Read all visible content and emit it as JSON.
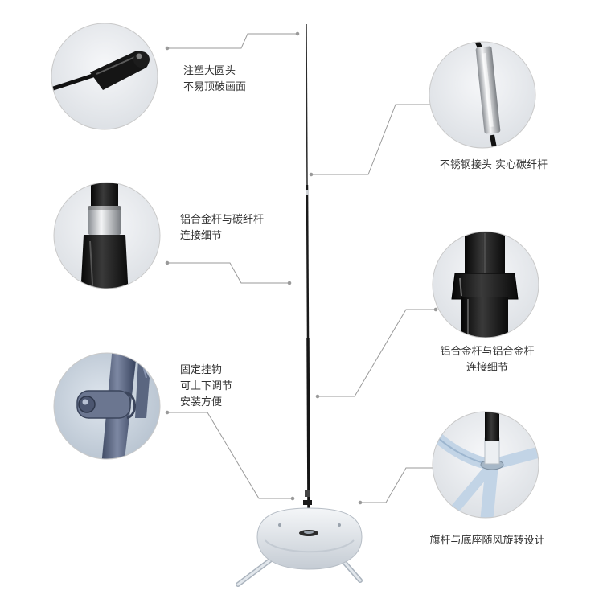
{
  "callouts": {
    "tip": {
      "lines": [
        "注塑大圆头",
        "不易顶破画面"
      ]
    },
    "steel_joint": {
      "lines": [
        "不锈钢接头 实心碳纤杆"
      ]
    },
    "alu_carbon_joint": {
      "lines": [
        "铝合金杆与碳纤杆",
        "连接细节"
      ]
    },
    "alu_alu_joint": {
      "lines": [
        "铝合金杆与铝合金杆",
        "连接细节"
      ]
    },
    "hook": {
      "lines": [
        "固定挂钩",
        "可上下调节",
        "安装方便"
      ]
    },
    "base_rotation": {
      "lines": [
        "旗杆与底座随风旋转设计"
      ]
    }
  },
  "colors": {
    "leader_line": "#9a9a9a",
    "circle_border": "#c9c9c9",
    "text": "#333333",
    "pole": "#1a1a1a",
    "base": "#e9edf1"
  }
}
